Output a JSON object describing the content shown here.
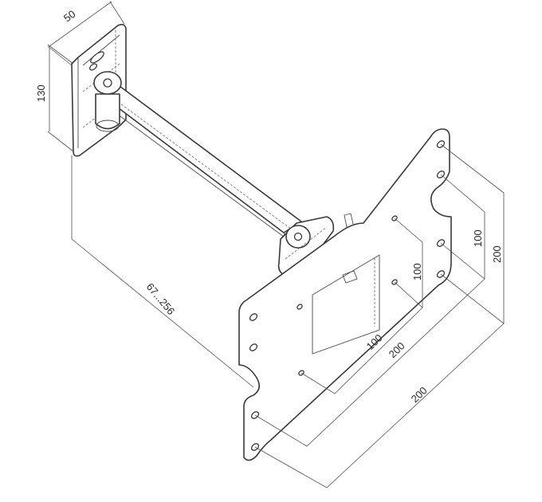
{
  "drawing": {
    "subject": "Swivel arm TV wall mount - dimensional drawing",
    "line_color": "#3a3a3a",
    "background": "#ffffff"
  },
  "dimensions": {
    "wall_plate_width": "50",
    "wall_plate_height": "130",
    "arm_extension": "67...256",
    "vesa_inner_vertical": "100",
    "vesa_outer_vertical_small": "100",
    "vesa_outer_vertical": "200",
    "vesa_inner_horizontal": "100",
    "vesa_mid_horizontal": "200",
    "vesa_outer_horizontal": "200"
  }
}
